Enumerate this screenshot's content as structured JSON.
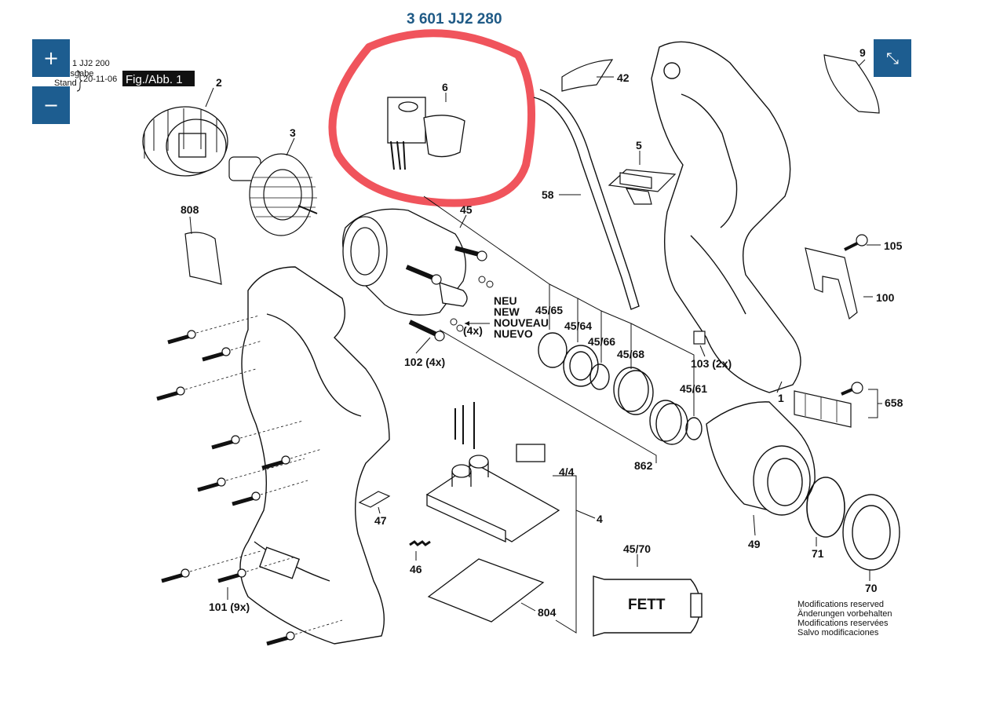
{
  "diagram": {
    "title": "3 601 JJ2 280",
    "header": {
      "ref": "1 JJ2 200",
      "stand_label": "Stand",
      "ausgabe_label": "Ausgabe",
      "date": "20-11-06",
      "fig": "Fig./Abb. 1"
    },
    "labels": {
      "p2": "2",
      "p3": "3",
      "p6": "6",
      "p42": "42",
      "p9": "9",
      "p5": "5",
      "p58": "58",
      "p45": "45",
      "p808": "808",
      "p105": "105",
      "p100": "100",
      "p45_65": "45/65",
      "p45_64": "45/64",
      "p45_66": "45/66",
      "p45_68": "45/68",
      "p102": "102 (4x)",
      "p103": "103 (2x)",
      "p1": "1",
      "p658": "658",
      "p45_61": "45/61",
      "p862": "862",
      "p4_4": "4/4",
      "p4": "4",
      "p47": "47",
      "p49": "49",
      "p71": "71",
      "p70": "70",
      "p46": "46",
      "p45_70": "45/70",
      "p804": "804",
      "p101": "101 (9x)",
      "four_x": "(4x)"
    },
    "new_lines": [
      "NEU",
      "NEW",
      "NOUVEAU",
      "NUEVO"
    ],
    "fett": "FETT",
    "notes": [
      "Modifications reserved",
      "Änderungen vorbehalten",
      "Modifications reservées",
      "Salvo modificaciones"
    ],
    "highlight_color": "#f0545c"
  },
  "controls": {
    "zoom_in": "+",
    "zoom_out": "−",
    "fit": "⤡"
  }
}
